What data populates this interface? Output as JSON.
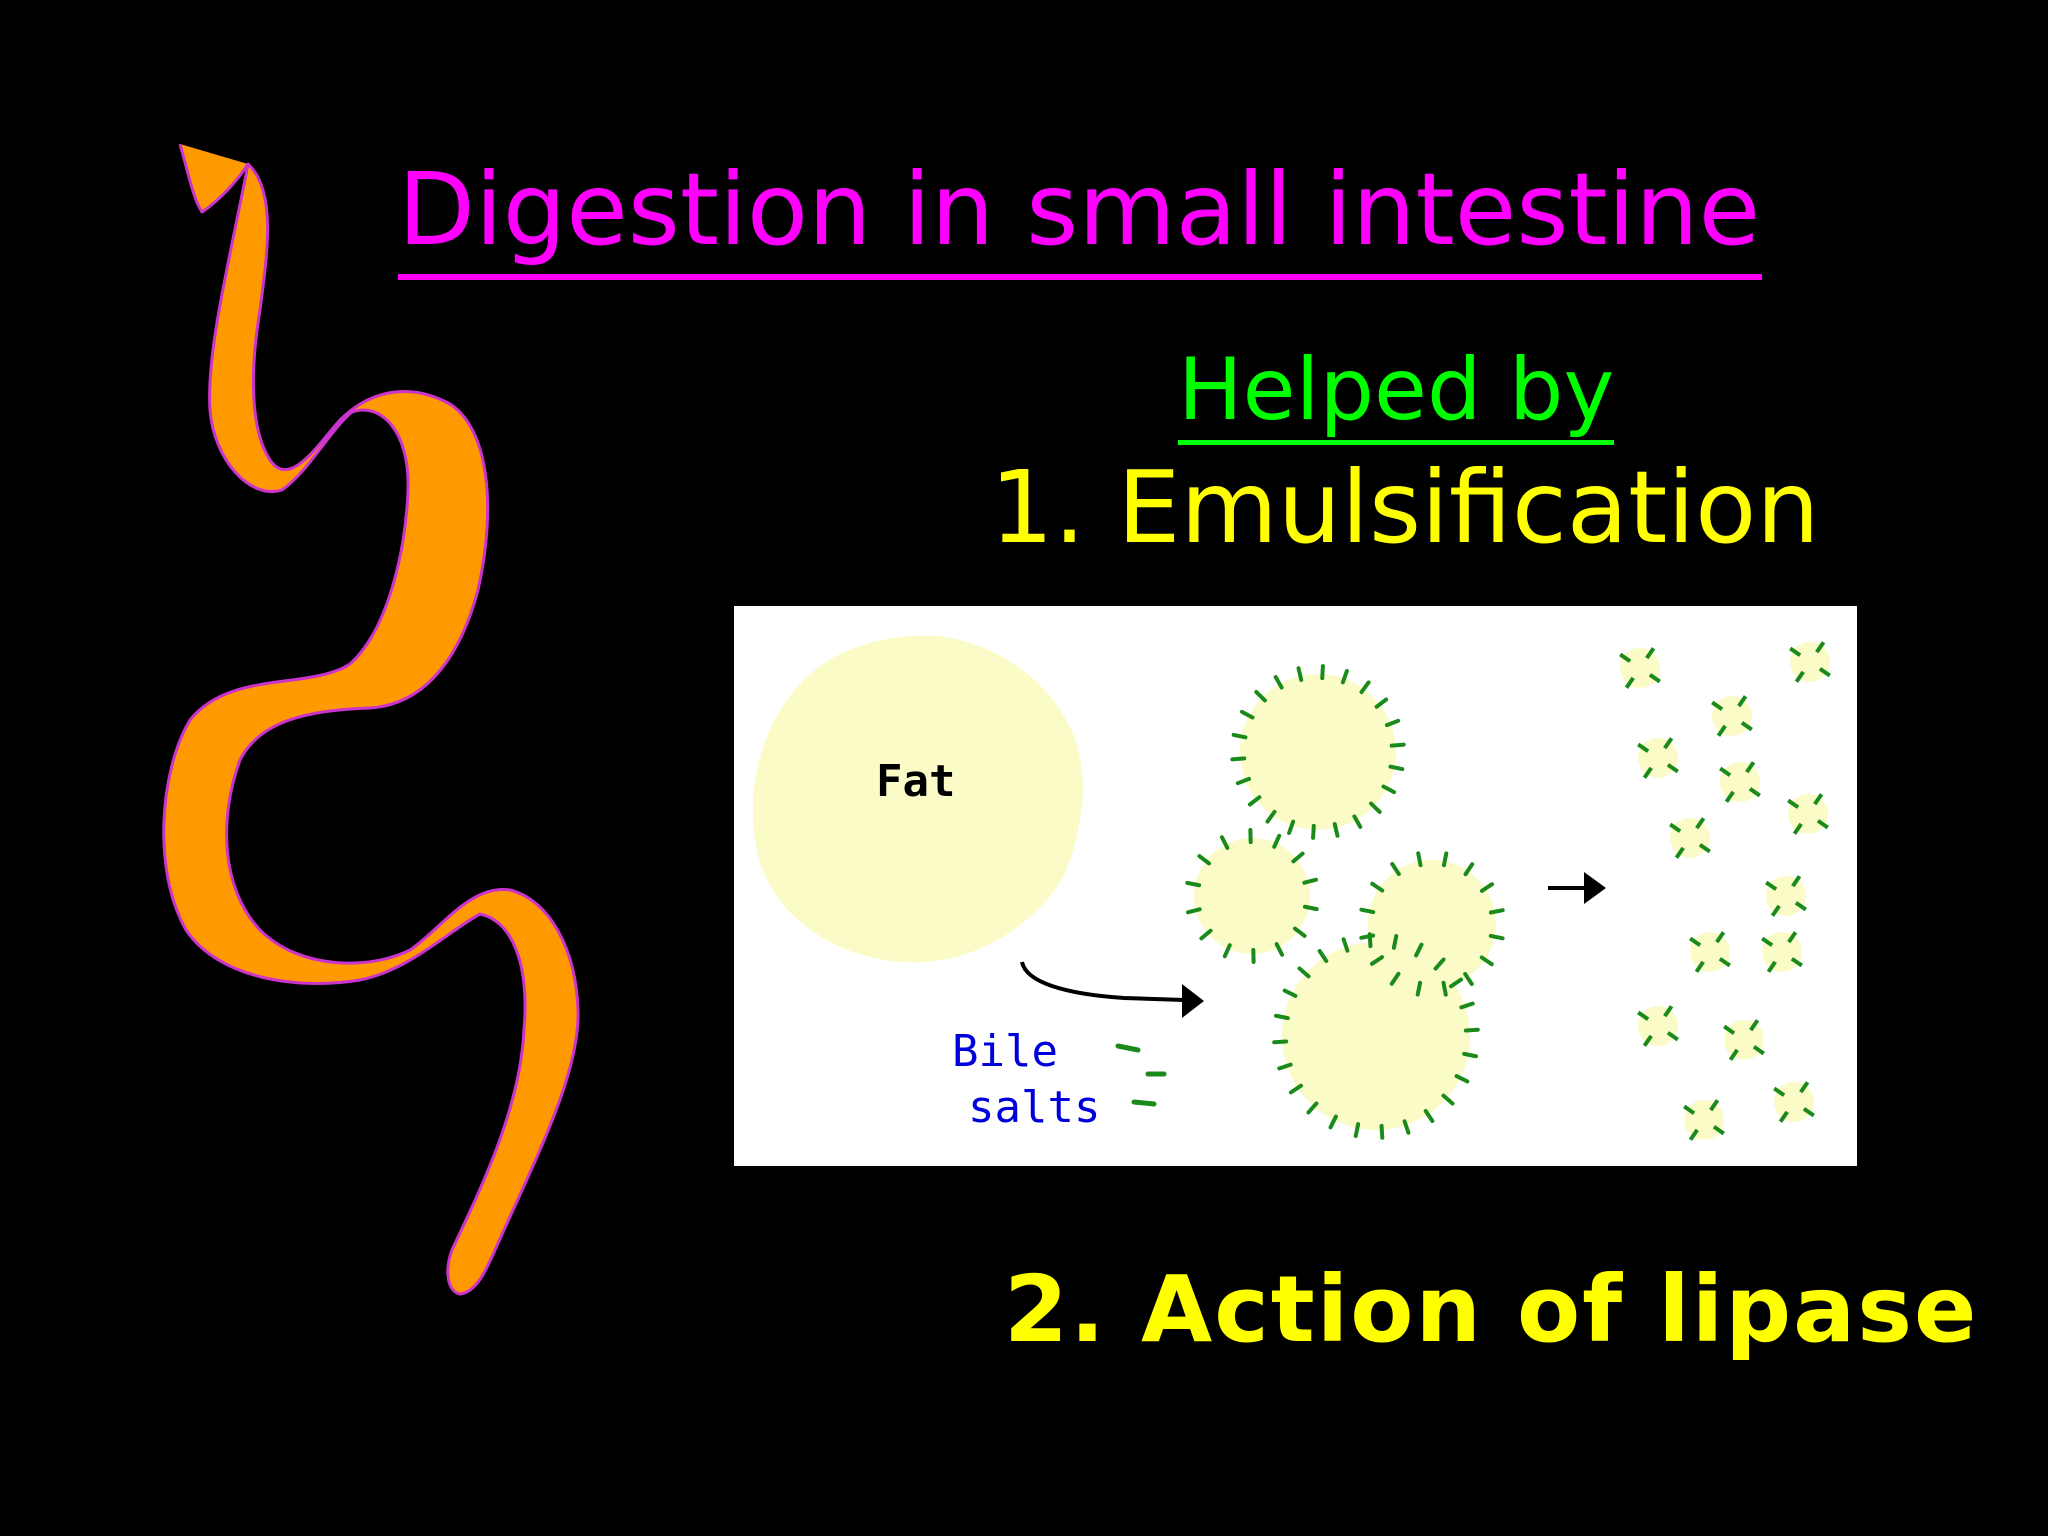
{
  "slide": {
    "title": "Digestion in small intestine",
    "subtitle": "Helped by",
    "point_1": "1. Emulsification",
    "point_2": "2. Action of lipase"
  },
  "diagram": {
    "fat_label": "Fat",
    "bile_label_line1": "Bile",
    "bile_label_line2": "salts"
  },
  "colors": {
    "background": "#000000",
    "title": "#ff00ff",
    "subtitle": "#00ff00",
    "points": "#ffff00",
    "intestine_fill": "#ff9900",
    "intestine_outline": "#cc33cc",
    "fat_droplet": "#fbfbc8",
    "bile_salt": "#1a8a1a",
    "bile_text": "#0000dd"
  }
}
